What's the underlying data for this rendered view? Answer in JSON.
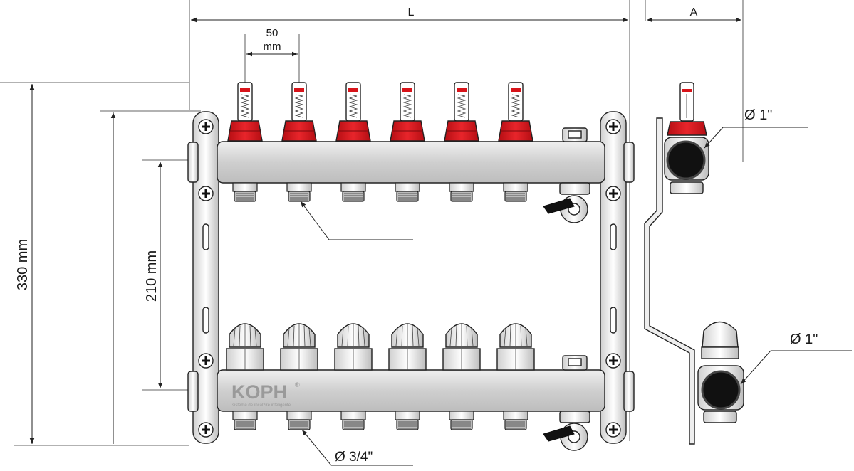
{
  "dimensions": {
    "length_label": "L",
    "depth_label": "A",
    "spacing_value": "50",
    "spacing_unit": "mm",
    "height_total": "330 mm",
    "height_axis": "210 mm"
  },
  "connections": {
    "main_top": "Ø 1\"",
    "main_bottom": "Ø 1\"",
    "outlet": "Ø 3/4\""
  },
  "brand": {
    "logo_text": "KOPH",
    "logo_mark": "®",
    "tagline": "sisteme de încălzire inteligente"
  },
  "colors": {
    "flow_meter_red": "#d7141a",
    "bar_grey": "#d2d2d2",
    "bracket_grey": "#e4e4e4"
  },
  "layout": {
    "circuits": 6
  }
}
